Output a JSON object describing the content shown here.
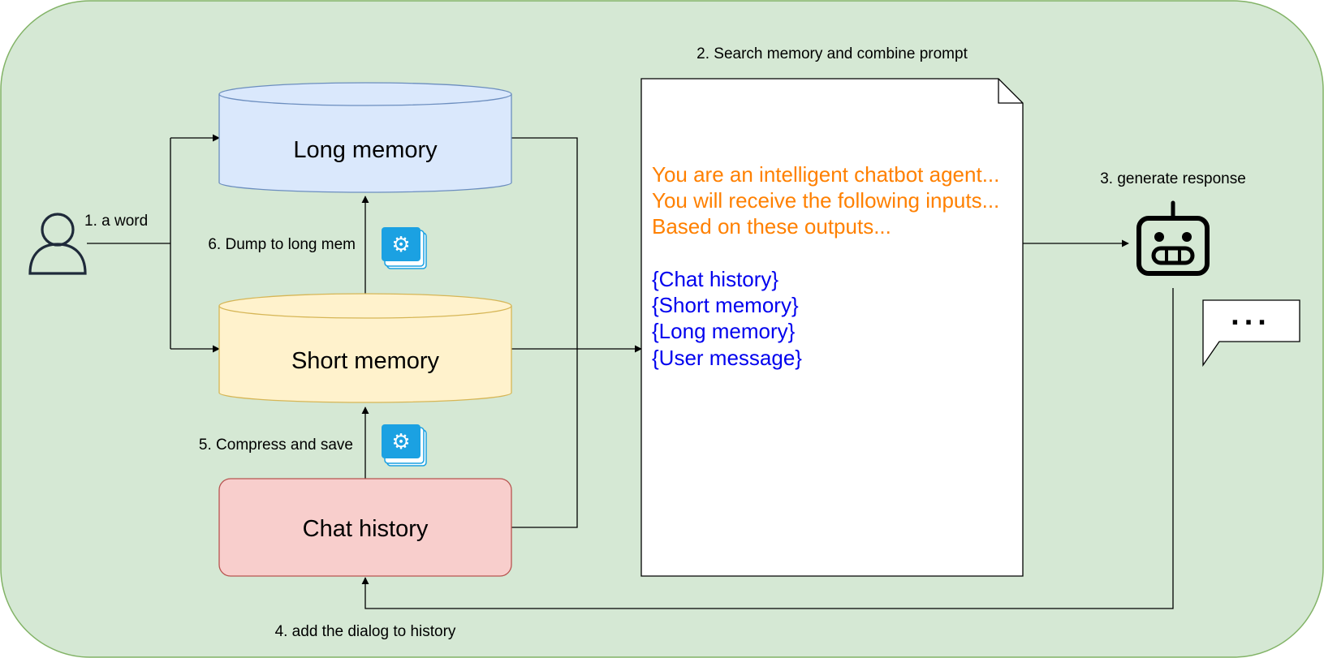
{
  "colors": {
    "background": "#d5e8d4",
    "background_border": "#82b366",
    "long_memory_fill": "#dae8fc",
    "long_memory_border": "#6c8ebf",
    "short_memory_fill": "#fff2cc",
    "short_memory_border": "#d6b656",
    "chat_history_fill": "#f8cecc",
    "chat_history_border": "#b85450",
    "prompt_instruction": "#ff8000",
    "prompt_placeholder": "#0000ee",
    "gear_icon": "#1ba1e2"
  },
  "nodes": {
    "long_memory": "Long memory",
    "short_memory": "Short memory",
    "chat_history": "Chat history"
  },
  "steps": {
    "a_word": "1. a word",
    "search_combine": "2. Search memory and combine prompt",
    "generate_response": "3. generate response",
    "add_dialog": "4. add the dialog to history",
    "compress_save": "5. Compress and save",
    "dump_long": "6. Dump to long mem"
  },
  "prompt": {
    "instructions": [
      "You are an intelligent chatbot agent...",
      "You will receive the following inputs...",
      "Based on these outputs..."
    ],
    "placeholders": [
      "{Chat history}",
      "{Short memory}",
      "{Long memory}",
      "{User message}"
    ]
  },
  "icons": {
    "user": "user-icon",
    "robot": "robot-icon",
    "gear": "gear-stack-icon",
    "speech": "speech-bubble-icon"
  },
  "speech_bubble": {
    "text": "..."
  }
}
